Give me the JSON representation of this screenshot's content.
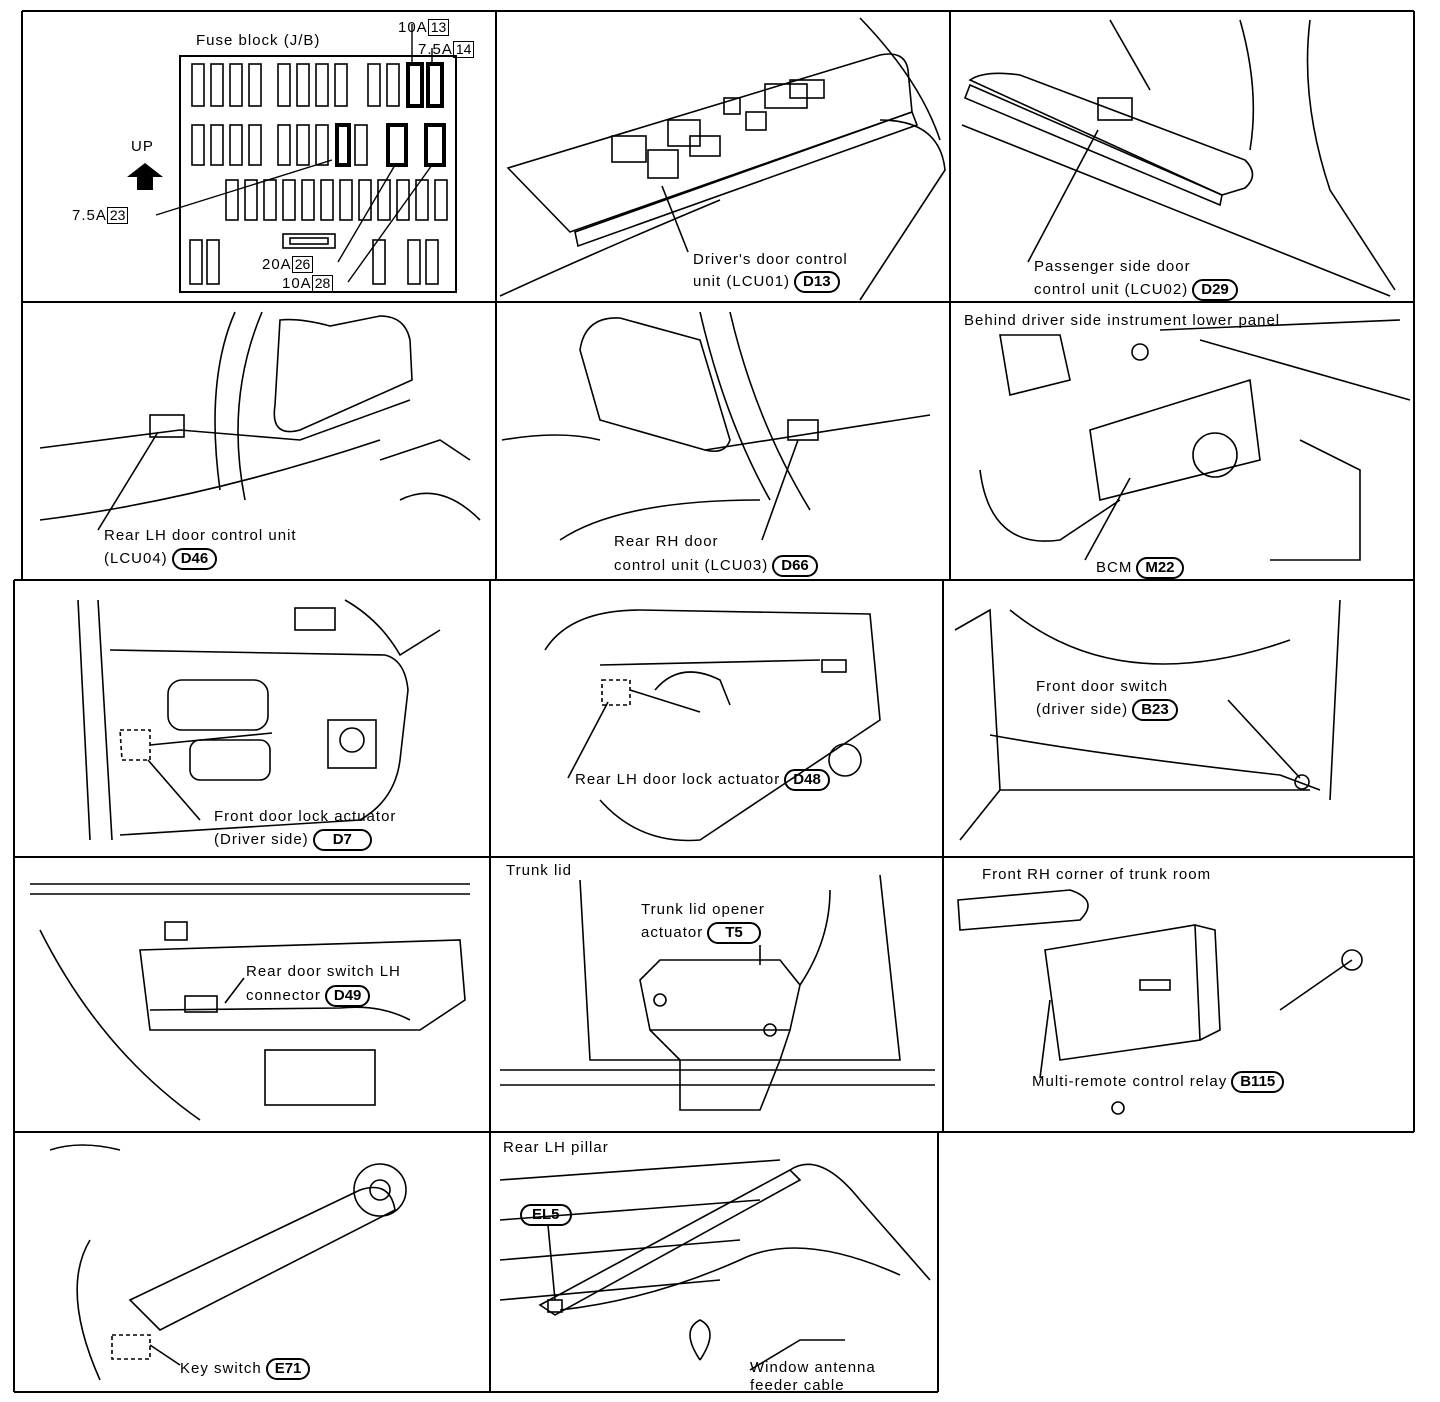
{
  "fuse_block": {
    "title": "Fuse block (J/B)",
    "up": "UP",
    "fuses": [
      {
        "amp": "10A",
        "num": "13"
      },
      {
        "amp": "7.5A",
        "num": "14"
      },
      {
        "amp": "7.5A",
        "num": "23"
      },
      {
        "amp": "20A",
        "num": "26"
      },
      {
        "amp": "10A",
        "num": "28"
      }
    ]
  },
  "panels": {
    "driver_door_unit": {
      "line1": "Driver's door control",
      "line2": "unit (LCU01)",
      "code": "D13"
    },
    "passenger_door_unit": {
      "line1": "Passenger side door",
      "line2": "control unit (LCU02)",
      "code": "D29"
    },
    "rear_lh_unit": {
      "line1": "Rear LH door control unit",
      "line2": "(LCU04)",
      "code": "D46"
    },
    "rear_rh_unit": {
      "line1": "Rear RH door",
      "line2": "control unit (LCU03)",
      "code": "D66"
    },
    "bcm": {
      "header": "Behind driver side instrument lower panel",
      "label": "BCM",
      "code": "M22"
    },
    "front_lock_actuator": {
      "line1": "Front door lock actuator",
      "line2": "(Driver side)",
      "code": "D7"
    },
    "rear_lh_lock_actuator": {
      "label": "Rear LH door lock actuator",
      "code": "D48"
    },
    "front_door_switch": {
      "line1": "Front door switch",
      "line2": "(driver side)",
      "code": "B23"
    },
    "rear_door_switch": {
      "line1": "Rear door switch LH",
      "line2": "connector",
      "code": "D49"
    },
    "trunk": {
      "header": "Trunk lid",
      "line1": "Trunk lid opener",
      "line2": "actuator",
      "code": "T5"
    },
    "multi_remote": {
      "header": "Front RH corner of trunk room",
      "label": "Multi-remote control relay",
      "code": "B115"
    },
    "key_switch": {
      "label": "Key switch",
      "code": "E71"
    },
    "antenna": {
      "header": "Rear LH pillar",
      "code": "EL5",
      "line1": "Window antenna",
      "line2": "feeder cable"
    }
  }
}
